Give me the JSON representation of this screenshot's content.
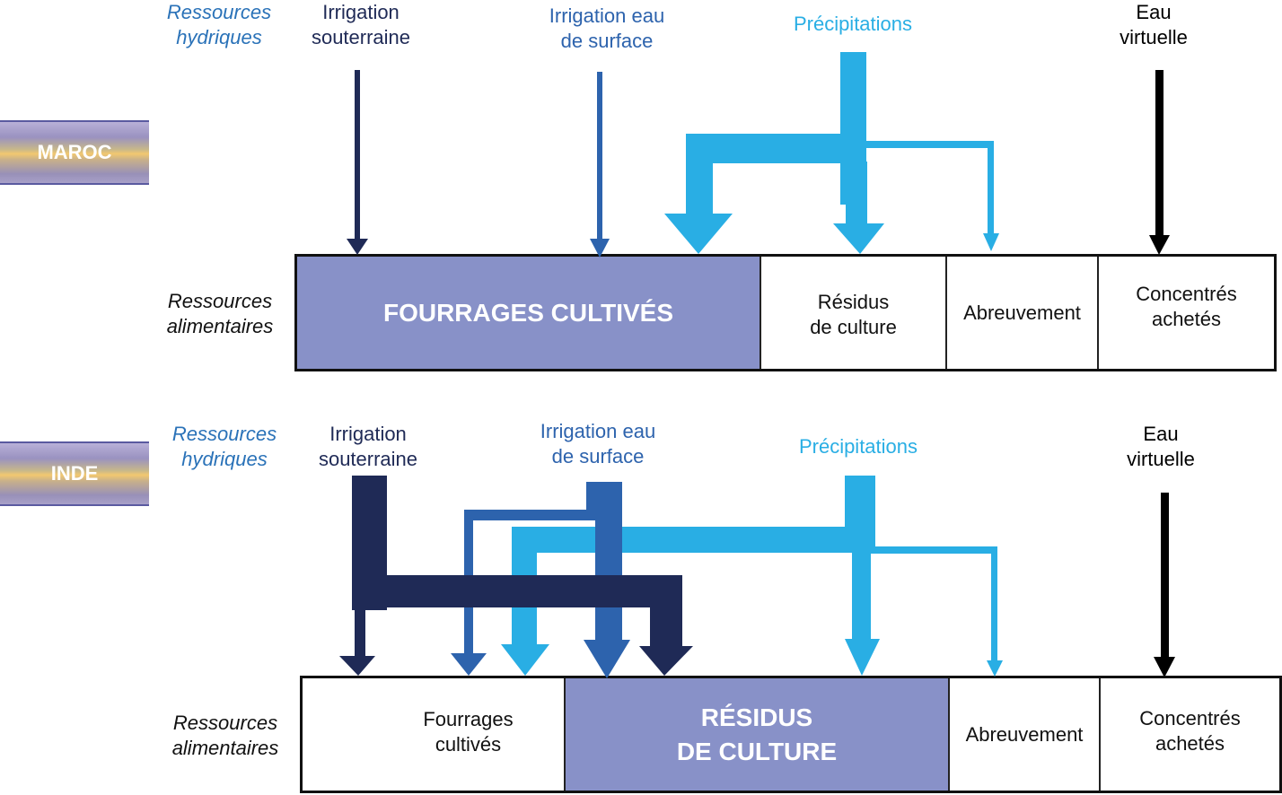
{
  "colors": {
    "souterraine": "#1f2a56",
    "surface": "#2d63ad",
    "precipitations": "#29aee4",
    "virtuelle": "#000000",
    "highlight_cell": "#8891c8",
    "hydric_label": "#2a72b8"
  },
  "panels": [
    {
      "country": "MAROC",
      "water_resources_label": [
        "Ressources",
        "hydriques"
      ],
      "food_resources_label": [
        "Ressources",
        "alimentaires"
      ],
      "sources": [
        {
          "id": "souterraine",
          "label": [
            "Irrigation",
            "souterraine"
          ]
        },
        {
          "id": "surface",
          "label": [
            "Irrigation eau",
            "de surface"
          ]
        },
        {
          "id": "precipitations",
          "label": [
            "Précipitations"
          ]
        },
        {
          "id": "virtuelle",
          "label": [
            "Eau",
            "virtuelle"
          ]
        }
      ],
      "cells": [
        {
          "label": [
            "FOURRAGES CULTIVÉS"
          ],
          "highlight": true
        },
        {
          "label": [
            "Résidus",
            "de culture"
          ],
          "highlight": false
        },
        {
          "label": [
            "Abreuvement"
          ],
          "highlight": false
        },
        {
          "label": [
            "Concentrés",
            "achetés"
          ],
          "highlight": false
        }
      ],
      "flows": [
        {
          "from": "Irrigation souterraine",
          "to": "Fourrages cultivés",
          "magnitude": "faible"
        },
        {
          "from": "Irrigation eau de surface",
          "to": "Fourrages cultivés",
          "magnitude": "faible"
        },
        {
          "from": "Précipitations",
          "to": "Fourrages cultivés",
          "magnitude": "forte"
        },
        {
          "from": "Précipitations",
          "to": "Résidus de culture",
          "magnitude": "forte"
        },
        {
          "from": "Précipitations",
          "to": "Abreuvement",
          "magnitude": "faible"
        },
        {
          "from": "Eau virtuelle",
          "to": "Concentrés achetés",
          "magnitude": "moyenne"
        }
      ]
    },
    {
      "country": "INDE",
      "water_resources_label": [
        "Ressources",
        "hydriques"
      ],
      "food_resources_label": [
        "Ressources",
        "alimentaires"
      ],
      "sources": [
        {
          "id": "souterraine",
          "label": [
            "Irrigation",
            "souterraine"
          ]
        },
        {
          "id": "surface",
          "label": [
            "Irrigation eau",
            "de surface"
          ]
        },
        {
          "id": "precipitations",
          "label": [
            "Précipitations"
          ]
        },
        {
          "id": "virtuelle",
          "label": [
            "Eau",
            "virtuelle"
          ]
        }
      ],
      "cells": [
        {
          "label": [
            "Fourrages",
            "cultivés"
          ],
          "highlight": false
        },
        {
          "label": [
            "RÉSIDUS",
            "DE CULTURE"
          ],
          "highlight": true
        },
        {
          "label": [
            "Abreuvement"
          ],
          "highlight": false
        },
        {
          "label": [
            "Concentrés",
            "achetés"
          ],
          "highlight": false
        }
      ],
      "flows": [
        {
          "from": "Irrigation souterraine",
          "to": "Fourrages cultivés",
          "magnitude": "moyenne"
        },
        {
          "from": "Irrigation souterraine",
          "to": "Résidus de culture",
          "magnitude": "forte"
        },
        {
          "from": "Irrigation eau de surface",
          "to": "Fourrages cultivés",
          "magnitude": "faible"
        },
        {
          "from": "Irrigation eau de surface",
          "to": "Résidus de culture",
          "magnitude": "forte"
        },
        {
          "from": "Précipitations",
          "to": "Fourrages cultivés",
          "magnitude": "moyenne"
        },
        {
          "from": "Précipitations",
          "to": "Résidus de culture",
          "magnitude": "moyenne"
        },
        {
          "from": "Précipitations",
          "to": "Abreuvement",
          "magnitude": "faible"
        },
        {
          "from": "Eau virtuelle",
          "to": "Concentrés achetés",
          "magnitude": "moyenne"
        }
      ]
    }
  ]
}
